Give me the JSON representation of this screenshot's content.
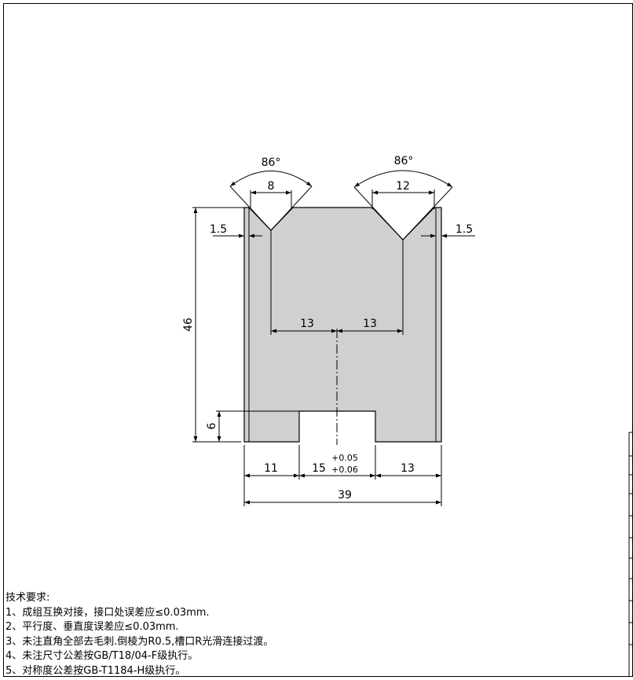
{
  "drawing": {
    "dims": {
      "angle_left": "86°",
      "angle_right": "86°",
      "vwidth_left": "8",
      "vwidth_right": "12",
      "offset_left": "1.5",
      "offset_right": "1.5",
      "height": "46",
      "to_center_left": "13",
      "to_center_right": "13",
      "slot_depth": "6",
      "base_left": "11",
      "slot_width": "15",
      "tol_upper": "+0.05",
      "tol_lower": "+0.06",
      "base_right": "13",
      "total_width": "39"
    }
  },
  "notes": {
    "title": "技术要求:",
    "items": [
      "1、成组互换对接，接口处误差应≤0.03mm.",
      "2、平行度、垂直度误差应≤0.03mm.",
      "3、未注直角全部去毛刺.倒棱为R0.5,槽口R光滑连接过渡。",
      "4、未注尺寸公差按GB/T18/04-F级执行。",
      "5、对称度公差按GB-T1184-H级执行。"
    ]
  }
}
